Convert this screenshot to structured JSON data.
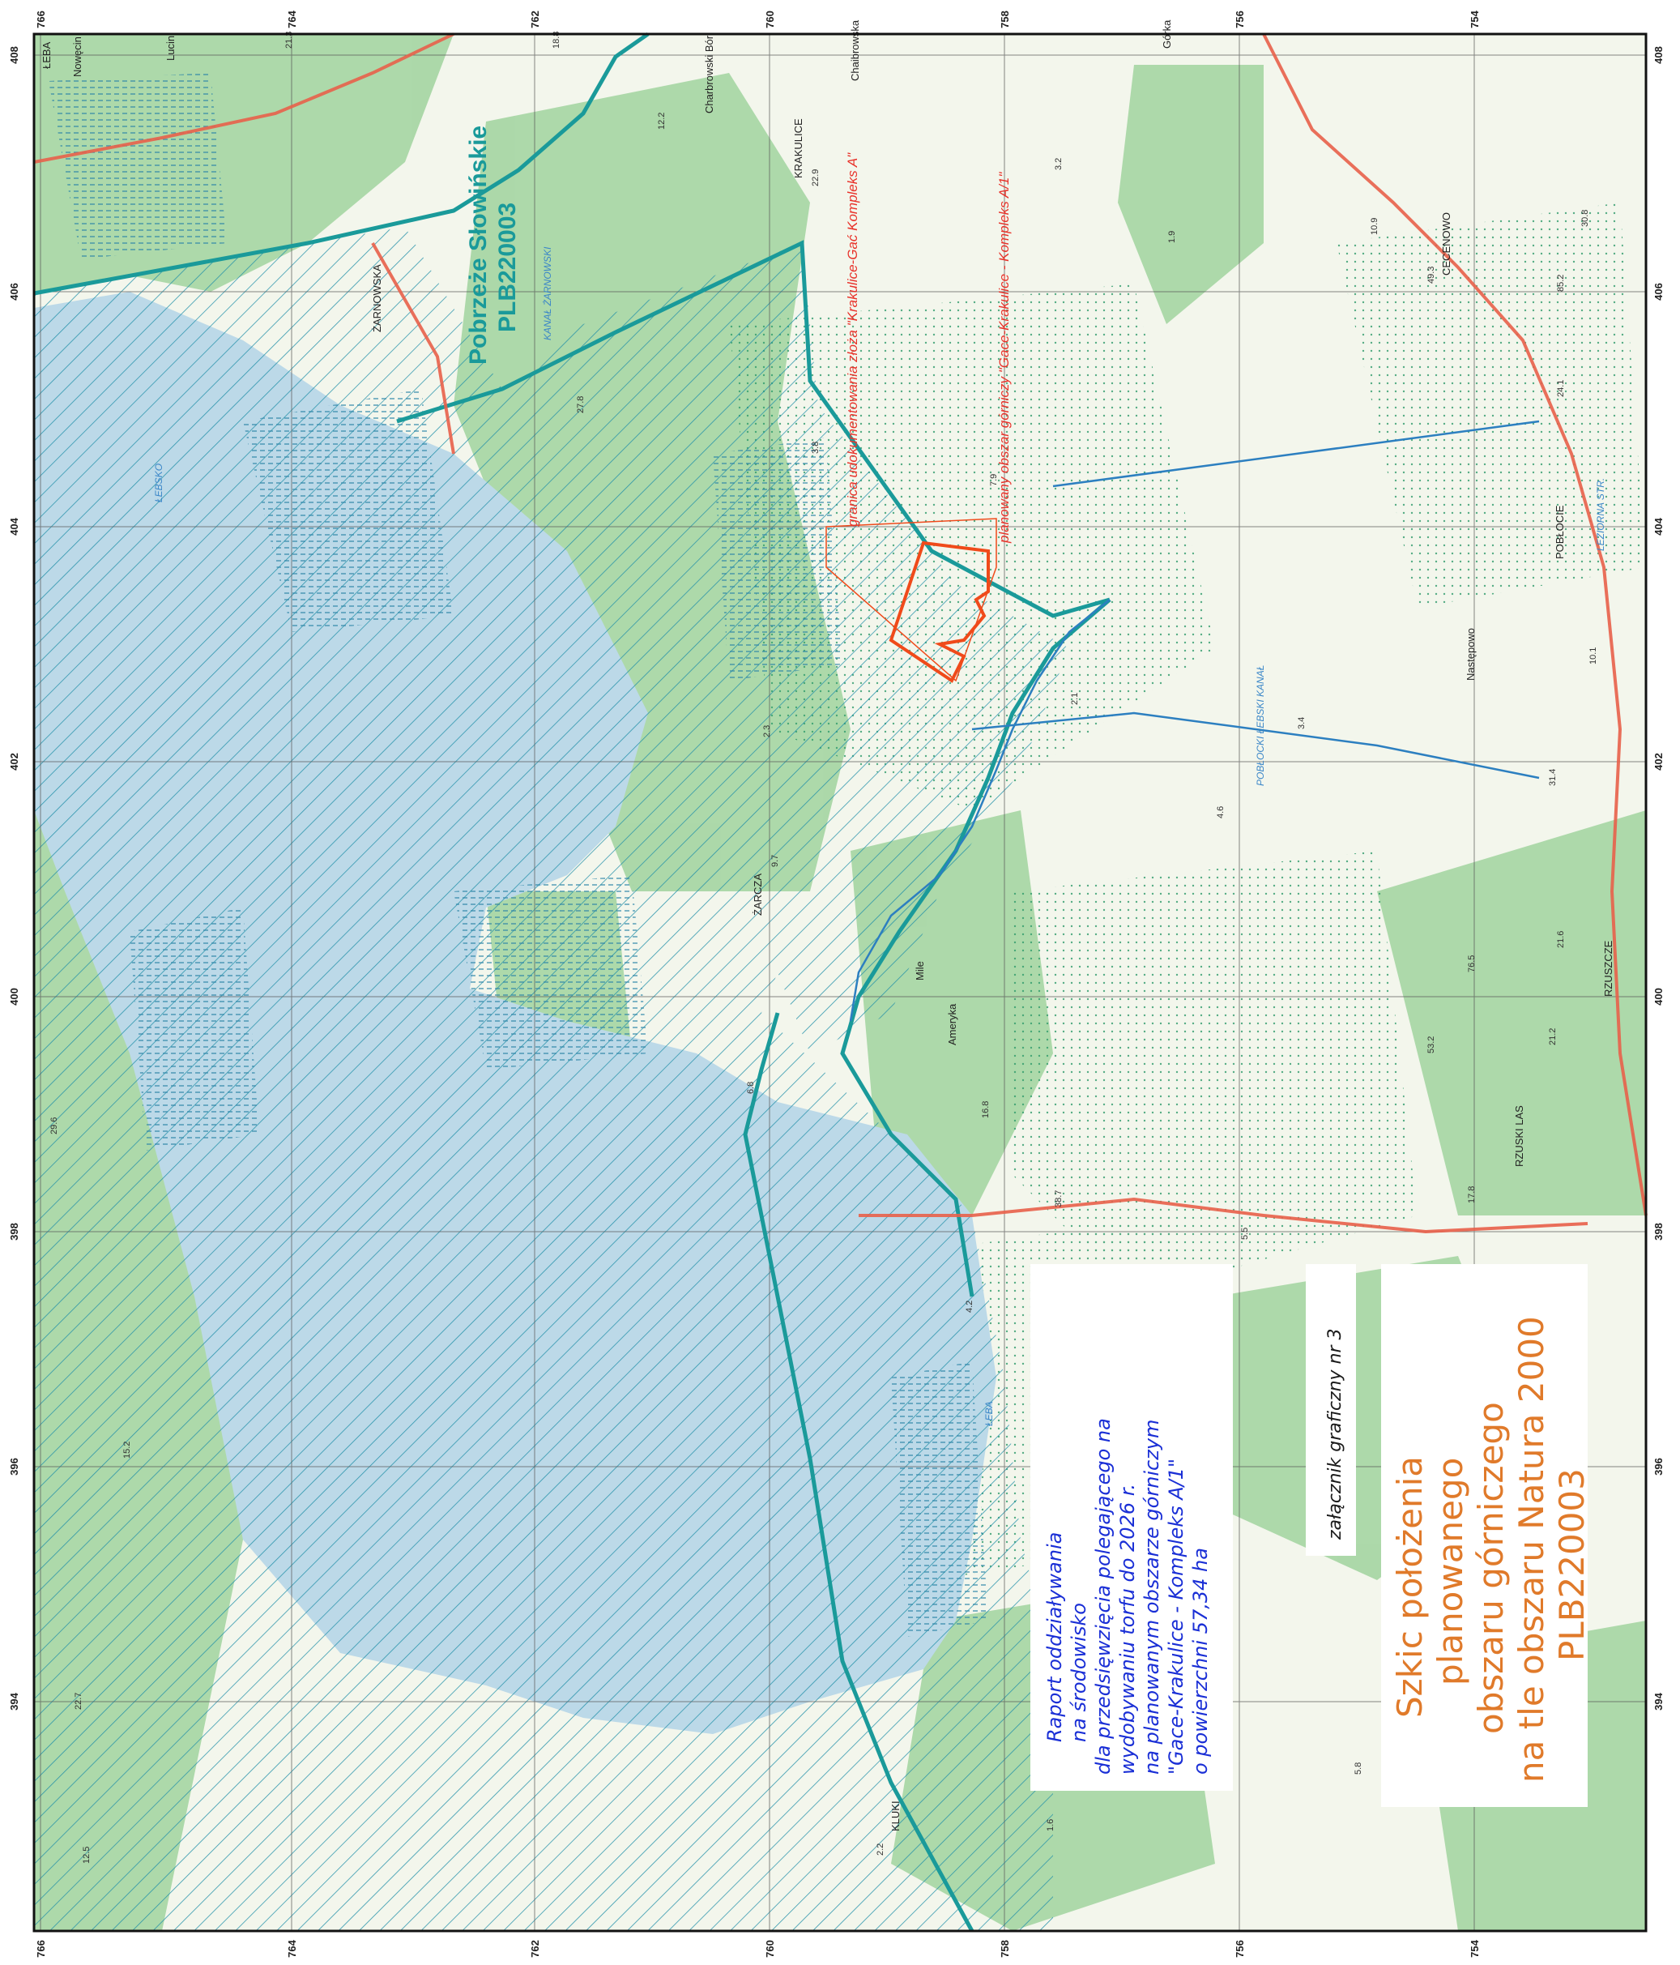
{
  "map": {
    "natura_site": {
      "name": "Pobrzeże Słowińskie",
      "code": "PLB220003",
      "color": "#1a9a9a"
    },
    "mining_labels": {
      "deposit_boundary": "granica udokumentowania złoża \"Krakulice-Gać Kompleks A\"",
      "planned_area": "planowany obszar górniczy \"Gace-Krakulice - Kompleks A/1\""
    },
    "report_box": {
      "lines": [
        "Raport oddziaływania",
        "na środowisko",
        "dla przedsięwzięcia polegającego na",
        "wydobywaniu torfu do 2026 r.",
        "na planowanym obszarze górniczym",
        "\"Gace-Krakulice - Kompleks A/1\"",
        "o powierzchni 57,34 ha"
      ]
    },
    "attachment": {
      "text": "załącznik graficzny nr 3"
    },
    "title_box": {
      "lines": [
        "Szkic położenia",
        "planowanego",
        "obszaru górniczego",
        "na tle obszaru Natura 2000",
        "PLB220003"
      ]
    },
    "top_ticks": [
      "766",
      "764",
      "762",
      "760",
      "758",
      "756",
      "754"
    ],
    "bottom_ticks": [
      "766",
      "764",
      "762",
      "760",
      "758",
      "756",
      "754"
    ],
    "left_ticks": [
      "408",
      "406",
      "404",
      "402",
      "400",
      "398",
      "396",
      "394"
    ],
    "right_ticks": [
      "408",
      "406",
      "404",
      "402",
      "400",
      "398",
      "396",
      "394"
    ],
    "places": [
      {
        "name": "KRAKULICE"
      },
      {
        "name": "ŻARNOWSKA"
      },
      {
        "name": "CECENOWO"
      },
      {
        "name": "POBŁOCIE"
      },
      {
        "name": "RZUSZCZE"
      },
      {
        "name": "Ameryka"
      },
      {
        "name": "Następowo"
      },
      {
        "name": "Charbrowski Bór"
      },
      {
        "name": "Chaibrowska"
      },
      {
        "name": "Górka"
      },
      {
        "name": "Lucin"
      },
      {
        "name": "Nowęcin"
      },
      {
        "name": "ŁEBA"
      },
      {
        "name": "ŻARCZA"
      },
      {
        "name": "KLUKI"
      },
      {
        "name": "RZUSKI LAS"
      },
      {
        "name": "Mile"
      }
    ],
    "water_labels": [
      {
        "name": "ŁEBSKO"
      },
      {
        "name": "KANAŁ ŻARNOWSKI"
      },
      {
        "name": "POBŁOCKI ŁEBSKI KANAŁ"
      },
      {
        "name": "ŁEBA"
      },
      {
        "name": "LEZIORNA STR."
      }
    ],
    "elevations": [
      "21.3",
      "18.8",
      "12.2",
      "22.9",
      "3.2",
      "10.9",
      "49.3",
      "30.8",
      "85.2",
      "24.1",
      "27.8",
      "7.9",
      "2.3",
      "3.8",
      "2.1",
      "3.4",
      "4.6",
      "1.9",
      "9.7",
      "6.8",
      "16.8",
      "38.7",
      "21.6",
      "10.1",
      "31.4",
      "53.2",
      "21.2",
      "17.8",
      "76.5",
      "5.5",
      "4.2",
      "15.2",
      "22.7",
      "12.5",
      "29.6",
      "2.2",
      "5.8",
      "1.6"
    ],
    "colors": {
      "water": "#bcd9e8",
      "forest": "#a9d7a6",
      "land": "#f4f6ee",
      "hatch": "#1f8fa8",
      "natura_border": "#1a9a9a",
      "road_main": "#e8604a",
      "mining_border": "#f04a1a"
    }
  }
}
